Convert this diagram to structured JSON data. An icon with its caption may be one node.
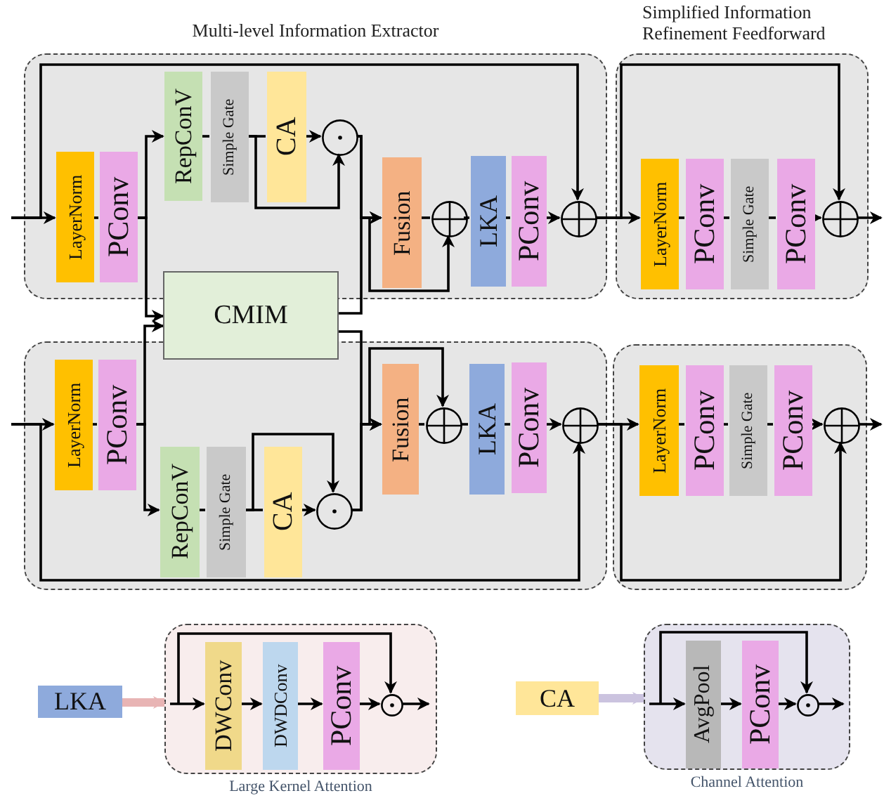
{
  "diagram": {
    "nodes": [
      {
        "text": [
          "Multi-level Information Extractor"
        ]
      },
      {
        "text": [
          "LayerNorm"
        ],
        "in": 0
      },
      {
        "text": [
          "PConv"
        ],
        "in": 0
      },
      {
        "text": [
          "RepConV"
        ],
        "in": 0
      },
      {
        "text": [
          "Simple Gate"
        ],
        "in": 0
      },
      {
        "text": [
          "CA"
        ],
        "in": 0
      },
      {
        "text": [],
        "shape": "circle",
        "in": 0
      },
      {
        "text": [
          "Fusion"
        ],
        "in": 0
      },
      {
        "text": [],
        "shape": "circle",
        "in": 0
      },
      {
        "text": [
          "LKA"
        ],
        "in": 0
      },
      {
        "text": [
          "PConv"
        ],
        "in": 0
      },
      {
        "text": [],
        "shape": "circle",
        "in": 0
      },
      {
        "text": [
          "Simplified Information Refinement Feedforward"
        ]
      },
      {
        "text": [
          "LayerNorm"
        ],
        "in": 12
      },
      {
        "text": [
          "PConv"
        ],
        "in": 12
      },
      {
        "text": [
          "Simple Gate"
        ],
        "in": 12
      },
      {
        "text": [
          "PConv"
        ],
        "in": 12
      },
      {
        "text": [],
        "shape": "circle",
        "in": 12
      },
      {
        "text": [
          "CMIM"
        ]
      },
      {
        "text": [],
        "shape": "box"
      },
      {
        "text": [
          "LayerNorm"
        ],
        "in": 19
      },
      {
        "text": [
          "PConv"
        ],
        "in": 19
      },
      {
        "text": [
          "RepConV"
        ],
        "in": 19
      },
      {
        "text": [
          "Simple Gate"
        ],
        "in": 19
      },
      {
        "text": [
          "CA"
        ],
        "in": 19
      },
      {
        "text": [],
        "shape": "circle",
        "in": 19
      },
      {
        "text": [
          "Fusion"
        ],
        "in": 19
      },
      {
        "text": [],
        "shape": "circle",
        "in": 19
      },
      {
        "text": [
          "LKA"
        ],
        "in": 19
      },
      {
        "text": [
          "PConv"
        ],
        "in": 19
      },
      {
        "text": [],
        "shape": "circle",
        "in": 19
      },
      {
        "text": [],
        "shape": "box"
      },
      {
        "text": [
          "LayerNorm"
        ],
        "in": 31
      },
      {
        "text": [
          "PConv"
        ],
        "in": 31
      },
      {
        "text": [
          "Simple Gate"
        ],
        "in": 31
      },
      {
        "text": [
          "PConv"
        ],
        "in": 31
      },
      {
        "text": [],
        "shape": "circle",
        "in": 31
      },
      {
        "text": [
          "LKA"
        ]
      },
      {
        "text": [
          "Large Kernel Attention"
        ]
      },
      {
        "text": [
          "DWConv"
        ],
        "in": 38
      },
      {
        "text": [
          "DWDConv"
        ],
        "in": 38
      },
      {
        "text": [
          "PConv"
        ],
        "in": 38
      },
      {
        "text": [],
        "shape": "circle",
        "in": 38
      },
      {
        "text": [
          "CA"
        ]
      },
      {
        "text": [
          "Channel Attention"
        ]
      },
      {
        "text": [
          "AvgPool"
        ],
        "in": 44
      },
      {
        "text": [
          "PConv"
        ],
        "in": 44
      },
      {
        "text": [],
        "shape": "circle",
        "in": 44
      }
    ],
    "edges": [
      {
        "from": null,
        "to": 1,
        "arrow": "to"
      },
      {
        "from": null,
        "to": 11,
        "arrow": "to"
      },
      {
        "from": 1,
        "to": 2,
        "arrow": "none"
      },
      {
        "from": 2,
        "to": 3,
        "arrow": "to"
      },
      {
        "from": 2,
        "to": 18,
        "arrow": "to"
      },
      {
        "from": 3,
        "to": 4,
        "arrow": "none"
      },
      {
        "from": 4,
        "to": 5,
        "arrow": "none"
      },
      {
        "from": 4,
        "to": 6,
        "arrow": "to"
      },
      {
        "from": 5,
        "to": 6,
        "arrow": "to"
      },
      {
        "from": 6,
        "to": 7,
        "arrow": "to"
      },
      {
        "from": 18,
        "to": 7,
        "arrow": "to"
      },
      {
        "from": 6,
        "to": 8,
        "arrow": "to"
      },
      {
        "from": 7,
        "to": 8,
        "arrow": "none"
      },
      {
        "from": 8,
        "to": 9,
        "arrow": "none"
      },
      {
        "from": 9,
        "to": 10,
        "arrow": "none"
      },
      {
        "from": 10,
        "to": 11,
        "arrow": "to"
      },
      {
        "from": 11,
        "to": 13,
        "arrow": "to"
      },
      {
        "from": 11,
        "to": 17,
        "arrow": "to"
      },
      {
        "from": 13,
        "to": 14,
        "arrow": "none"
      },
      {
        "from": 14,
        "to": 15,
        "arrow": "none"
      },
      {
        "from": 15,
        "to": 16,
        "arrow": "none"
      },
      {
        "from": 16,
        "to": 17,
        "arrow": "to"
      },
      {
        "from": 17,
        "to": null,
        "arrow": "to"
      },
      {
        "from": null,
        "to": 20,
        "arrow": "to"
      },
      {
        "from": null,
        "to": 30,
        "arrow": "to"
      },
      {
        "from": 20,
        "to": 21,
        "arrow": "none"
      },
      {
        "from": 21,
        "to": 18,
        "arrow": "to"
      },
      {
        "from": 21,
        "to": 22,
        "arrow": "to"
      },
      {
        "from": 22,
        "to": 23,
        "arrow": "none"
      },
      {
        "from": 23,
        "to": 24,
        "arrow": "none"
      },
      {
        "from": 23,
        "to": 25,
        "arrow": "to"
      },
      {
        "from": 24,
        "to": 25,
        "arrow": "to"
      },
      {
        "from": 25,
        "to": 26,
        "arrow": "to"
      },
      {
        "from": 18,
        "to": 26,
        "arrow": "to"
      },
      {
        "from": 25,
        "to": 27,
        "arrow": "to"
      },
      {
        "from": 26,
        "to": 27,
        "arrow": "none"
      },
      {
        "from": 27,
        "to": 28,
        "arrow": "none"
      },
      {
        "from": 28,
        "to": 29,
        "arrow": "none"
      },
      {
        "from": 29,
        "to": 30,
        "arrow": "to"
      },
      {
        "from": 30,
        "to": 32,
        "arrow": "to"
      },
      {
        "from": 30,
        "to": 36,
        "arrow": "to"
      },
      {
        "from": 32,
        "to": 33,
        "arrow": "none"
      },
      {
        "from": 33,
        "to": 34,
        "arrow": "none"
      },
      {
        "from": 34,
        "to": 35,
        "arrow": "none"
      },
      {
        "from": 35,
        "to": 36,
        "arrow": "to"
      },
      {
        "from": 36,
        "to": null,
        "arrow": "to"
      },
      {
        "from": 37,
        "to": 38,
        "arrow": "to",
        "style": "thick",
        "color": "#e8b4b4"
      },
      {
        "from": null,
        "to": 39,
        "arrow": "to"
      },
      {
        "from": null,
        "to": 42,
        "arrow": "to"
      },
      {
        "from": 39,
        "to": 40,
        "arrow": "to"
      },
      {
        "from": 40,
        "to": 41,
        "arrow": "to"
      },
      {
        "from": 41,
        "to": 42,
        "arrow": "to"
      },
      {
        "from": 42,
        "to": null,
        "arrow": "to"
      },
      {
        "from": 43,
        "to": 44,
        "arrow": "to",
        "style": "thick",
        "color": "#cbc3df"
      },
      {
        "from": null,
        "to": 45,
        "arrow": "to"
      },
      {
        "from": null,
        "to": 47,
        "arrow": "to"
      },
      {
        "from": 45,
        "to": 46,
        "arrow": "to"
      },
      {
        "from": 46,
        "to": 47,
        "arrow": "to"
      },
      {
        "from": 47,
        "to": null,
        "arrow": "to"
      }
    ]
  }
}
